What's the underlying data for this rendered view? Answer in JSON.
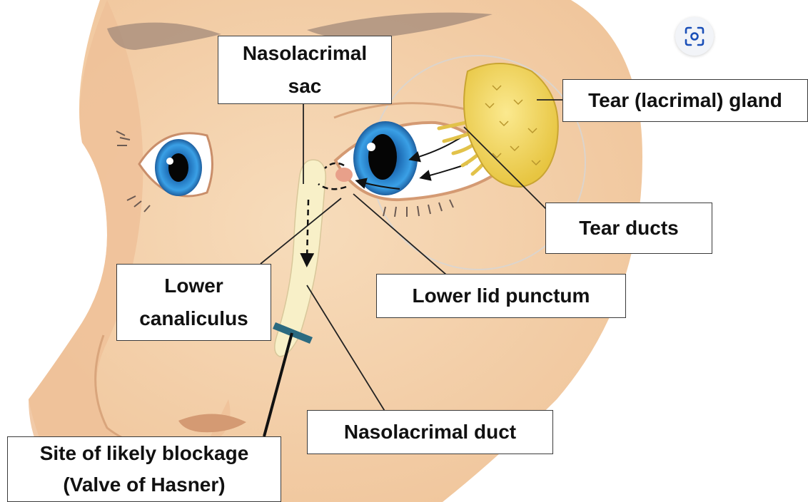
{
  "labels": {
    "nasolacrimal_sac": [
      "Nasolacrimal",
      "sac"
    ],
    "tear_gland": [
      "Tear (lacrimal) gland"
    ],
    "tear_ducts": [
      "Tear ducts"
    ],
    "lower_canaliculus": [
      "Lower",
      "canaliculus"
    ],
    "lower_lid_punctum": [
      "Lower lid punctum"
    ],
    "nasolacrimal_duct": [
      "Nasolacrimal duct"
    ],
    "blockage_site": [
      "Site of likely blockage",
      "(Valve of Hasner)"
    ]
  },
  "icons": {
    "lens_button": "visual-search-icon"
  },
  "colors": {
    "skin": "#f3cfa7",
    "skin_shadow": "#e6b48a",
    "iris": "#2f8fd6",
    "gland": "#f2d65a",
    "duct": "#f7efc4",
    "blockage_marker": "#2b6a80"
  }
}
